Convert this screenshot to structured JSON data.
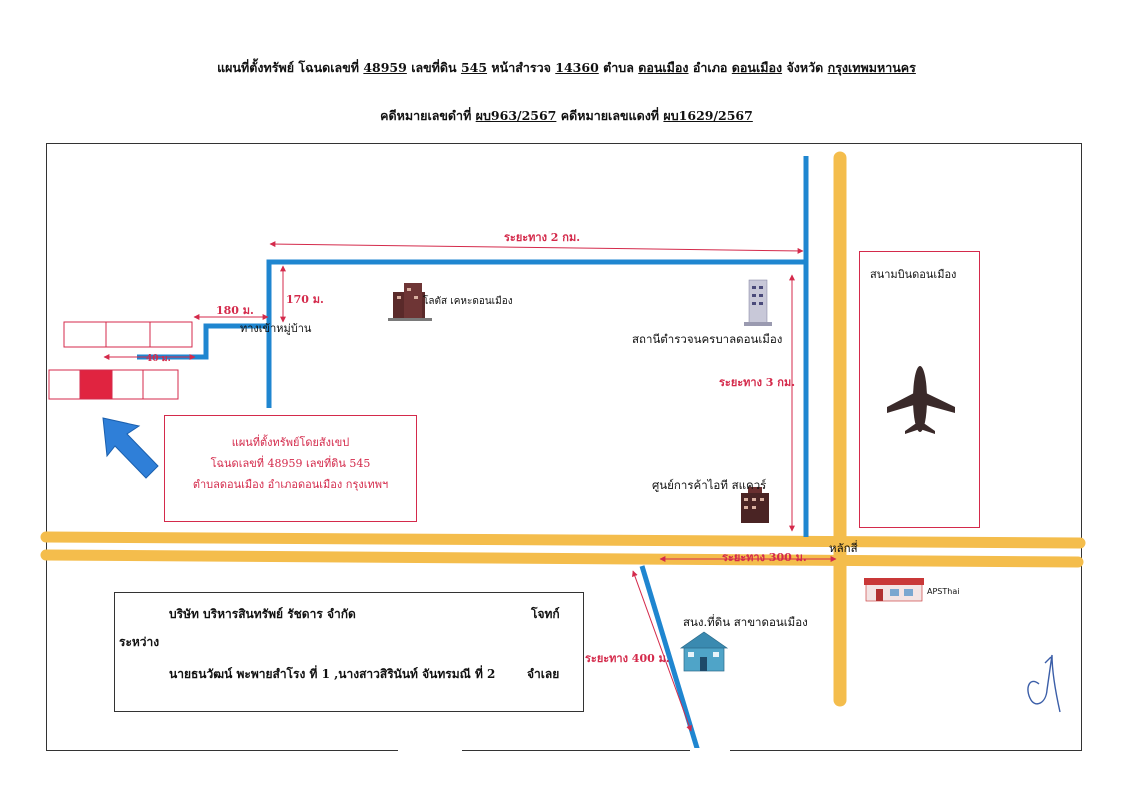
{
  "header": {
    "line1": {
      "p1": "แผนที่ตั้งทรัพย์ โฉนดเลขที่",
      "deed_no": "48959",
      "p2": "เลขที่ดิน",
      "land_no": "545",
      "p3": "หน้าสำรวจ",
      "survey_no": "14360",
      "p4": "ตำบล",
      "subdistrict": "ดอนเมือง",
      "p5": "อำเภอ",
      "district": "ดอนเมือง",
      "p6": "จังหวัด",
      "province": "กรุงเทพมหานคร"
    },
    "line2": {
      "p1": "คดีหมายเลขดำที่",
      "black_case": "ผบ963/2567",
      "p2": "คดีหมายเลขแดงที่",
      "red_case": "ผบ1629/2567"
    }
  },
  "map": {
    "distance_top": "ระยะทาง 2 กม.",
    "distance_right": "ระยะทาง 3 กม.",
    "distance_bottom": "ระยะทาง 300 ม.",
    "distance_diag": "ระยะทาง 400 ม.",
    "dist_180": "180 ม.",
    "dist_170": "170 ม.",
    "dist_40": "40 ม.",
    "village_entrance": "ทางเข้าหมู่บ้าน",
    "lotus": "โลตัส เคหะดอนเมือง",
    "police": "สถานีตำรวจนครบาลดอนเมือง",
    "it_square": "ศูนย์การค้าไอที สแควร์",
    "intersection": "หลักสี่",
    "land_office": "สนง.ที่ดิน สาขาดอนเมือง",
    "apsthai": "APSThai",
    "airport": "สนามบินดอนเมือง",
    "colors": {
      "main_road": "#f4bd4c",
      "route": "#1f86d0",
      "annotation": "#d42a4b",
      "target_plot": "#e02440"
    }
  },
  "summary": {
    "l1": "แผนที่ตั้งทรัพย์โดยสังเขป",
    "l2": "โฉนดเลขที่ 48959 เลขที่ดิน 545",
    "l3": "ตำบลดอนเมือง อำเภอดอนเมือง กรุงเทพฯ"
  },
  "info": {
    "company": "บริษัท บริหารสินทรัพย์ รัชดาร จำกัด",
    "plaintiff": "โจทก์",
    "between": "ระหว่าง",
    "defendants": "นายธนวัฒน์ พะพายสำโรง ที่ 1 ,นางสาวสิรินันท์ จันทรมณี ที่ 2",
    "defendant_label": "จำเลย"
  },
  "icons": [
    "airplane-icon",
    "building-icon",
    "tower-icon",
    "house-icon",
    "shop-icon",
    "arrow-icon",
    "signature-mark"
  ]
}
